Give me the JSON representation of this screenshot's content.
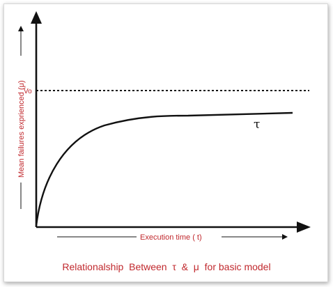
{
  "diagram": {
    "y_axis_label": "Mean failures exprienced (μ)",
    "x_axis_label": "Execution time ( t)",
    "v0_label": "Vo",
    "curve_label": "τ",
    "caption": "Relationalship  Between  τ  &  μ  for basic model",
    "colors": {
      "label_red": "#c0282d",
      "axis_black": "#111111",
      "caption_red": "#c0282d"
    }
  }
}
